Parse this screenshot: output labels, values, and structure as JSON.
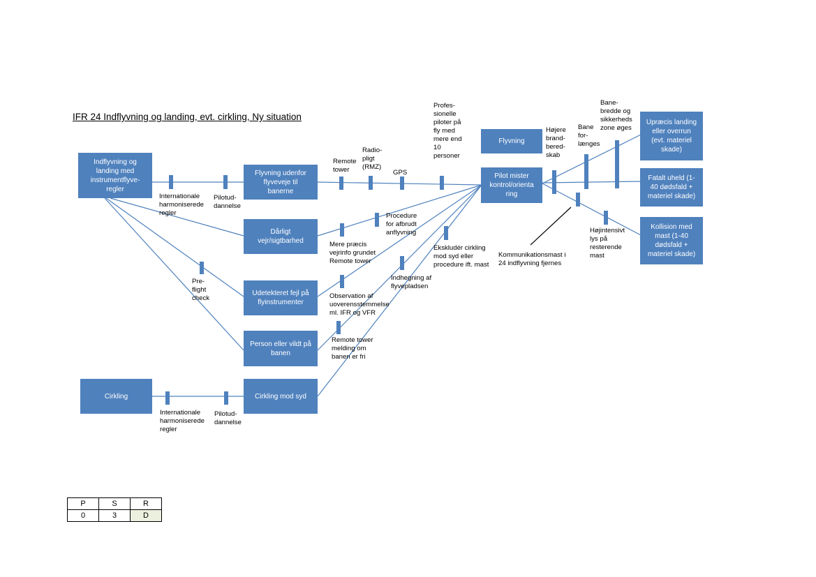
{
  "title": "IFR 24 Indflyvning og landing, evt. cirkling, Ny situation",
  "colors": {
    "box": "#4f81bd",
    "line": "#4f81bd",
    "highlight": "#ebf1de"
  },
  "boxes": {
    "indflyvning": "Indflyvning og\nlanding med\ninstrumentflyve-\nregler",
    "cirkling": "Cirkling",
    "udenfor": "Flyvning udenfor\nflyveveje til\nbanerne",
    "vejr": "Dårligt\nvejr/sigtbarhed",
    "fejl": "Udetekteret fejl på\nflyinstrumenter",
    "person": "Person eller vildt på\nbanen",
    "cirkling_syd": "Cirkling mod syd",
    "flyvning": "Flyvning",
    "pilot": "Pilot mister\nkontrol/orienta\nring",
    "upraecis": "Upræcis landing\neller overrun\n(evt. materiel\nskade)",
    "fatalt": "Fatalt uheld (1-\n40 dødsfald +\nmateriel skade)",
    "kollision": "Kollision med\nmast (1-40\ndødsfald +\nmateriel skade)"
  },
  "labels": {
    "int_regler_1": "Internationale\nharmoniserede\nregler",
    "pilotud_1": "Pilotud-\ndannelse",
    "int_regler_2": "Internationale\nharmoniserede\nregler",
    "pilotud_2": "Pilotud-\ndannelse",
    "preflight": "Pre-\nflight\ncheck",
    "remote_tower": "Remote\ntower",
    "radiopligt": "Radio-\npligt\n(RMZ)",
    "gps": "GPS",
    "prof_piloter": "Profes-\nsionelle\npiloter på\nfly med\nmere end\n10\npersoner",
    "procedure_afbrudt": "Procedure\nfor afbrudt\nanflyvning",
    "vejrinfo": "Mere præcis\nvejrinfo grundet\nRemote tower",
    "eksklud": "Ekskludér cirkling\nmod syd  eller\nprocedure ift. mast",
    "indhegning": "Indhegning af\nflyvepladsen",
    "observation": "Observation af\nuoverensstemmelse\nml. IFR og VFR",
    "remote_melding": "Remote tower\nmelding om\nbanen er fri",
    "hoejere_brand": "Højere\nbrand-\nbered-\nskab",
    "bane_forlaenges": "Bane\nfor-\nlænges",
    "banebredde": "Bane-\nbredde og\nsikkerheds\nzone  øges",
    "kommunikation": "Kommunikationsmast i\n24 indflyvning fjernes",
    "hoejintensivt": "Højintensivt\nlys på\nresterende\nmast"
  },
  "psr": {
    "headers": [
      "P",
      "S",
      "R"
    ],
    "values": [
      "0",
      "3",
      "D"
    ]
  }
}
